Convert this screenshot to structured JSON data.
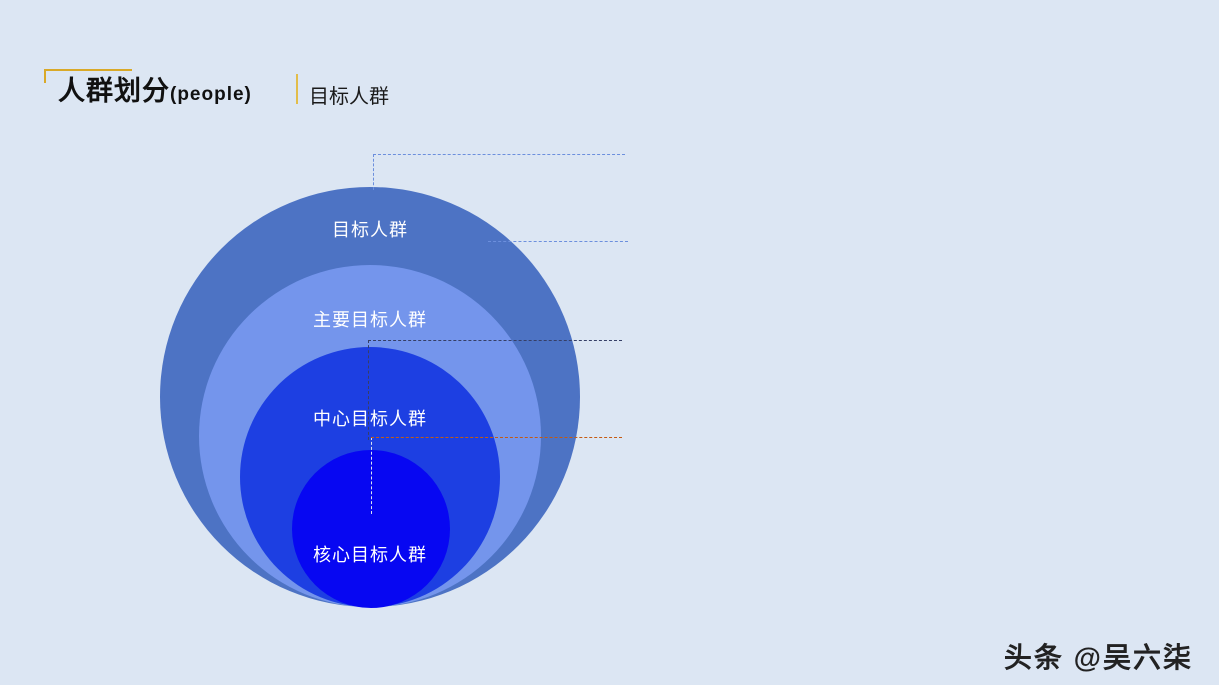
{
  "slide": {
    "background": "#dce6f3",
    "accent_gold": "#d9a928",
    "header": {
      "title": "人群划分",
      "title_suffix": "(people)",
      "subtitle": "目标人群"
    },
    "watermark": "头条 @吴六柒"
  },
  "chart_data": {
    "type": "diagram-concentric-circles",
    "title": "目标人群",
    "rings": [
      {
        "label": "目标人群",
        "color": "#4d73c4",
        "callout_color": "#6c8fdd"
      },
      {
        "label": "主要目标人群",
        "color": "#7495ec",
        "callout_color": "#6c8fdd"
      },
      {
        "label": "中心目标人群",
        "color": "#1d3fe2",
        "callout_color": "#363f66"
      },
      {
        "label": "核心目标人群",
        "color": "#0707f2",
        "callout_color": "#c55a11"
      }
    ]
  }
}
